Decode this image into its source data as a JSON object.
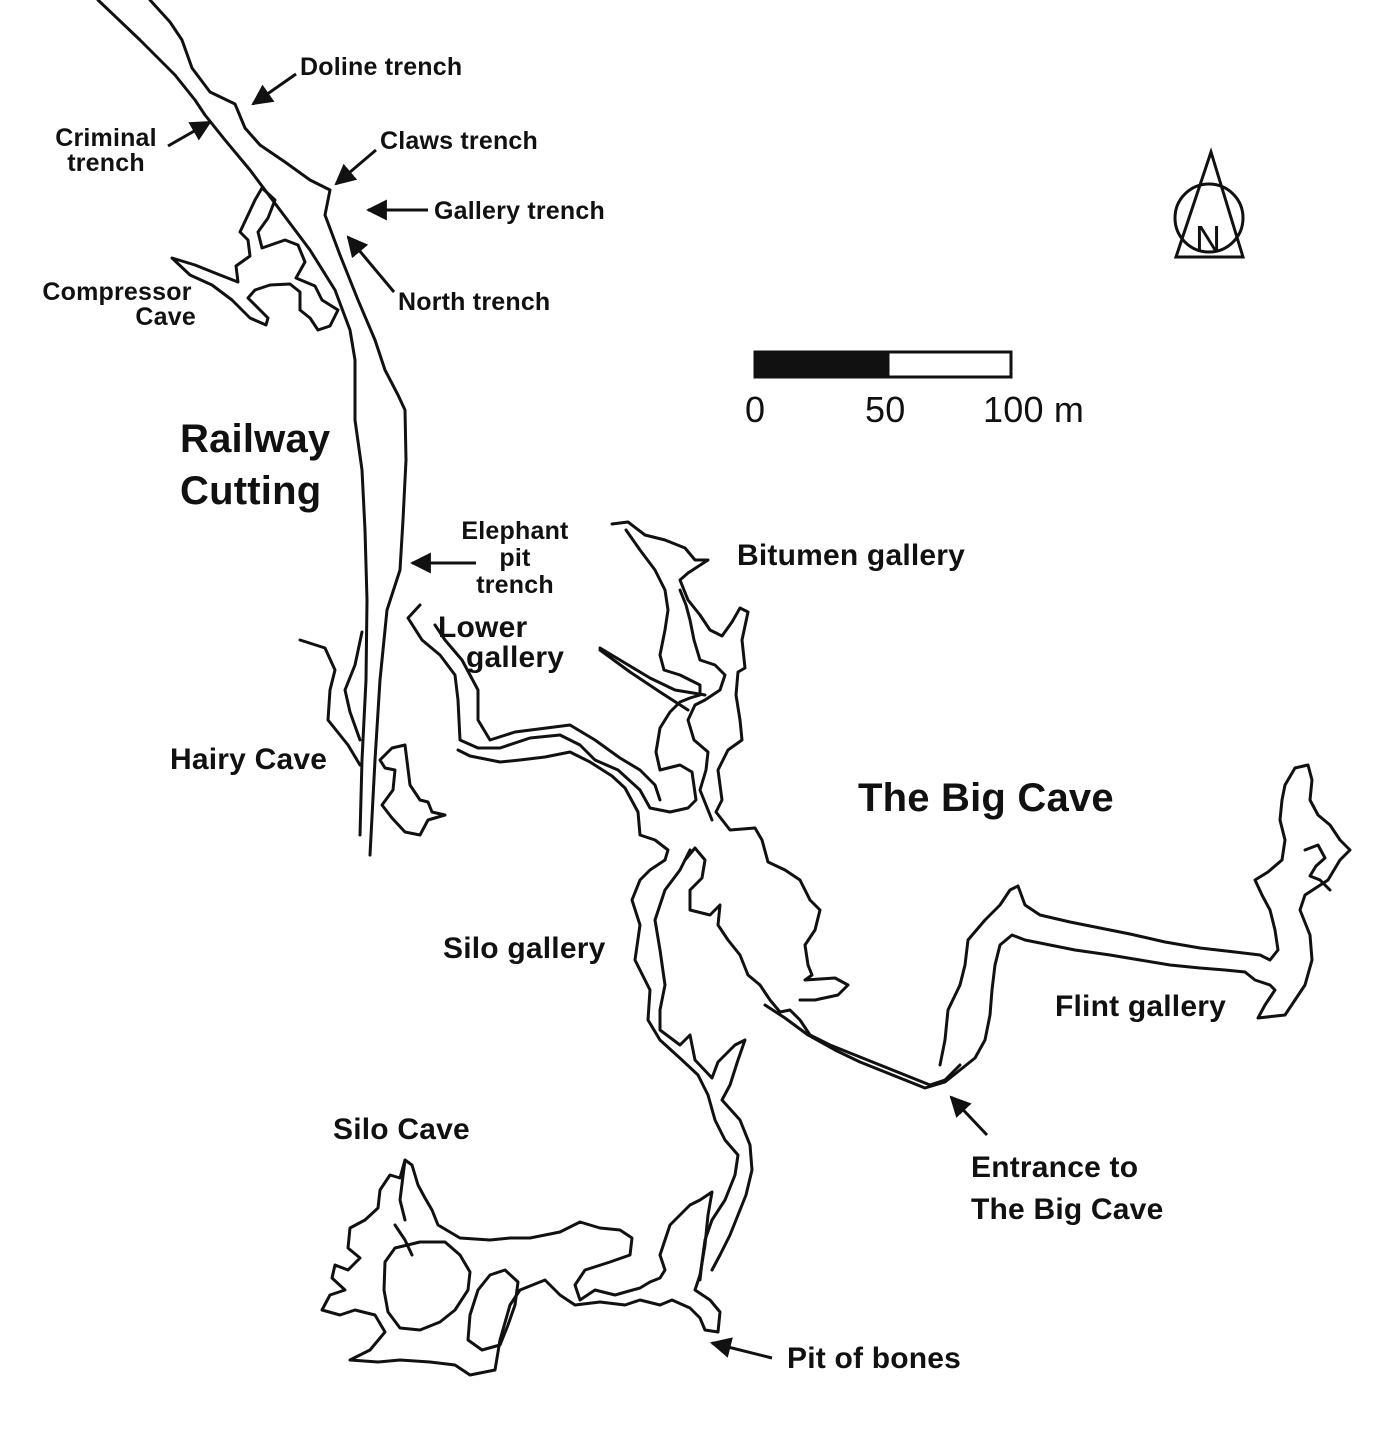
{
  "labels": {
    "doline_trench": "Doline trench",
    "criminal_trench": [
      "Criminal",
      "trench"
    ],
    "claws_trench": "Claws trench",
    "gallery_trench": "Gallery trench",
    "compressor_cave": [
      "Compressor",
      "Cave"
    ],
    "north_trench": "North trench",
    "railway_cutting": [
      "Railway",
      "Cutting"
    ],
    "elephant_pit_trench": [
      "Elephant",
      "pit",
      "trench"
    ],
    "bitumen_gallery": "Bitumen gallery",
    "lower_gallery": [
      "Lower",
      "gallery"
    ],
    "hairy_cave": "Hairy Cave",
    "the_big_cave": "The Big Cave",
    "silo_gallery": "Silo gallery",
    "flint_gallery": "Flint gallery",
    "silo_cave": "Silo Cave",
    "entrance_big_cave": [
      "Entrance to",
      "The Big Cave"
    ],
    "pit_of_bones": "Pit of bones"
  },
  "scale_bar": {
    "ticks": [
      "0",
      "50",
      "100 m"
    ]
  },
  "north_arrow": {
    "letter": "N"
  },
  "colors": {
    "ink": "#111111",
    "paper": "#ffffff"
  }
}
